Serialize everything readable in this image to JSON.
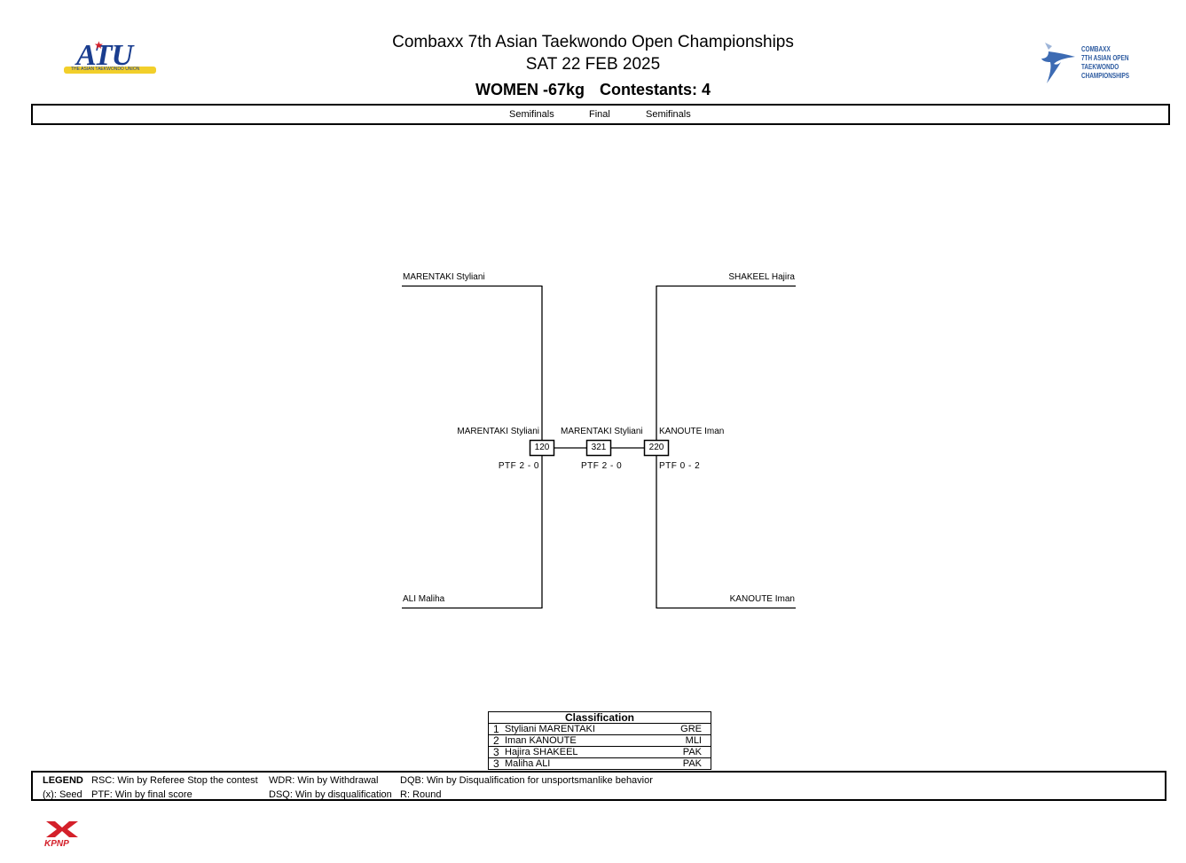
{
  "header": {
    "event_title": "Combaxx 7th Asian Taekwondo Open Championships",
    "date": "SAT 22 FEB 2025",
    "category": "WOMEN -67kg",
    "contestants": "Contestants: 4"
  },
  "logos": {
    "atu_word": "ATU",
    "atu_subtitle": "THE ASIAN TAEKWONDO UNION",
    "combaxx_lines": [
      "COMBAXX",
      "7TH ASIAN OPEN",
      "TAEKWONDO",
      "CHAMPIONSHIPS"
    ],
    "kpnp_word": "KPNP",
    "accent_blue": "#1a3d8f",
    "accent_red": "#d4202a",
    "accent_yellow": "#f2cf2a"
  },
  "rounds": {
    "left": "Semifinals",
    "center": "Final",
    "right": "Semifinals"
  },
  "bracket": {
    "top_left": "MARENTAKI Styliani",
    "bottom_left": "ALI Maliha",
    "top_right": "SHAKEEL Hajira",
    "bottom_right": "KANOUTE Iman",
    "left_winner": "MARENTAKI Styliani",
    "final_winner": "MARENTAKI Styliani",
    "right_winner": "KANOUTE Iman",
    "left_match": "120",
    "final_match": "321",
    "right_match": "220",
    "left_score": "PTF 2 - 0",
    "final_score": "PTF 2 - 0",
    "right_score": "PTF 0 - 2"
  },
  "classification": {
    "title": "Classification",
    "rows": [
      {
        "rank": "1",
        "name": "Styliani MARENTAKI",
        "nat": "GRE"
      },
      {
        "rank": "2",
        "name": "Iman KANOUTE",
        "nat": "MLI"
      },
      {
        "rank": "3",
        "name": "Hajira SHAKEEL",
        "nat": "PAK"
      },
      {
        "rank": "3",
        "name": "Maliha ALI",
        "nat": "PAK"
      }
    ]
  },
  "legend": {
    "title": "LEGEND",
    "seed": "(x): Seed",
    "rsc": "RSC: Win by Referee Stop the contest",
    "ptf": "PTF: Win by final score",
    "wdr": "WDR: Win by Withdrawal",
    "dsq": "DSQ: Win by disqualification",
    "dqb": "DQB: Win by Disqualification for unsportsmanlike behavior",
    "r": "R: Round"
  }
}
